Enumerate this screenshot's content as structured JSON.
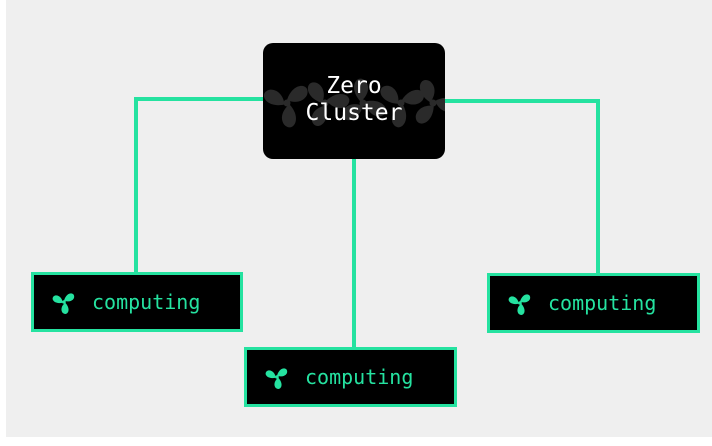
{
  "cluster": {
    "title_line1": "Zero",
    "title_line2": "Cluster",
    "icon": "fan-icon"
  },
  "nodes": [
    {
      "label": "computing",
      "icon": "fan-icon"
    },
    {
      "label": "computing",
      "icon": "fan-icon"
    },
    {
      "label": "computing",
      "icon": "fan-icon"
    }
  ],
  "colors": {
    "background": "#efefef",
    "accent": "#25e2a0",
    "node_fill": "#000000",
    "cluster_text": "#ffffff"
  }
}
